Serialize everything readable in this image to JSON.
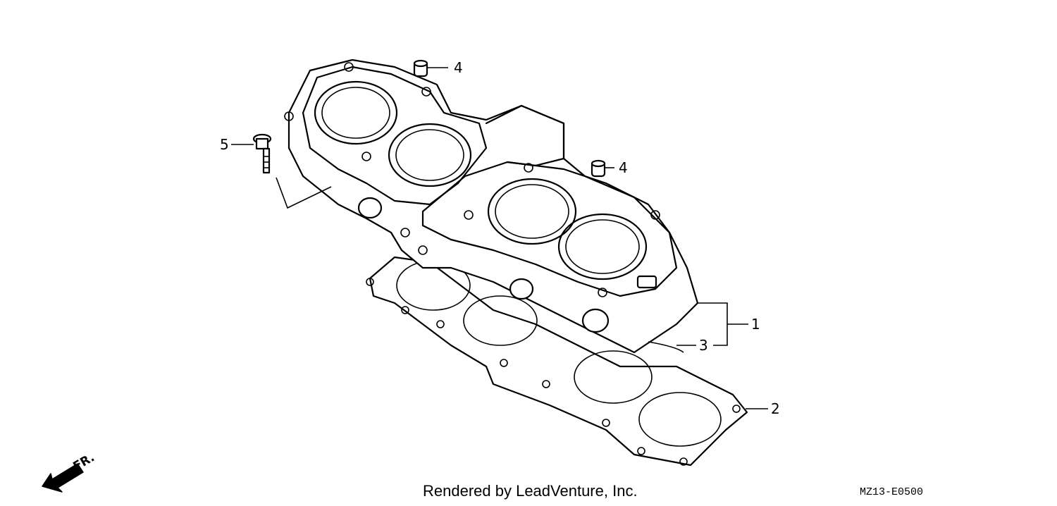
{
  "callouts": {
    "c1": "1",
    "c2": "2",
    "c3": "3",
    "c4a": "4",
    "c4b": "4",
    "c5": "5"
  },
  "direction_label": "FR.",
  "footer": {
    "rendered_by": "Rendered by LeadVenture, Inc.",
    "diagram_code": "MZ13-E0500"
  }
}
